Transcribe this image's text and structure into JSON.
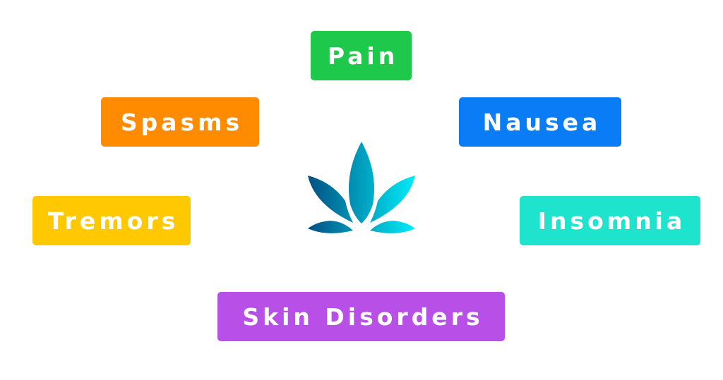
{
  "labels": {
    "pain": {
      "text": "Pain",
      "color": "#1ec84b"
    },
    "spasms": {
      "text": "Spasms",
      "color": "#ff8c00"
    },
    "nausea": {
      "text": "Nausea",
      "color": "#0a7cf5"
    },
    "tremors": {
      "text": "Tremors",
      "color": "#ffc800"
    },
    "insomnia": {
      "text": "Insomnia",
      "color": "#1ee3cd"
    },
    "skin": {
      "text": "Skin Disorders",
      "color": "#b84fe6"
    }
  },
  "logo": {
    "icon": "cannabis-leaf-icon",
    "gradient": [
      "#004f82",
      "#00eefa"
    ]
  }
}
